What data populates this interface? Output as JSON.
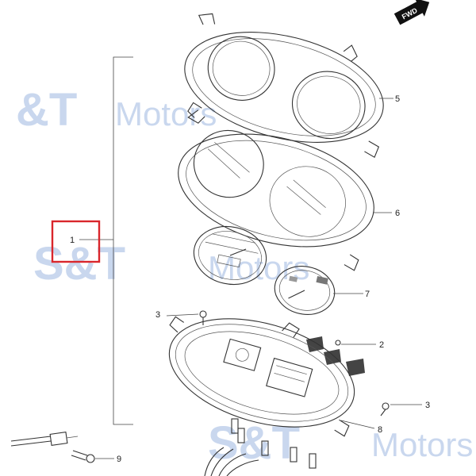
{
  "watermark": {
    "text1_prefix": "&T",
    "text1_suffix": "Motors",
    "text2_prefix": "S&T",
    "text2_suffix": "Motors",
    "text3_prefix": "S&T",
    "text3_suffix": "Motors"
  },
  "fwd_label": "FWD",
  "callouts": {
    "assembly": "1",
    "part2": "2",
    "part3_left": "3",
    "part3_right": "3",
    "part5": "5",
    "part6": "6",
    "part7": "7",
    "part8": "8",
    "part9": "9"
  },
  "colors": {
    "highlight_box": "#d9262c",
    "watermark_blue": "#c9d7ee",
    "watermark_red": "#f4c9c9"
  }
}
